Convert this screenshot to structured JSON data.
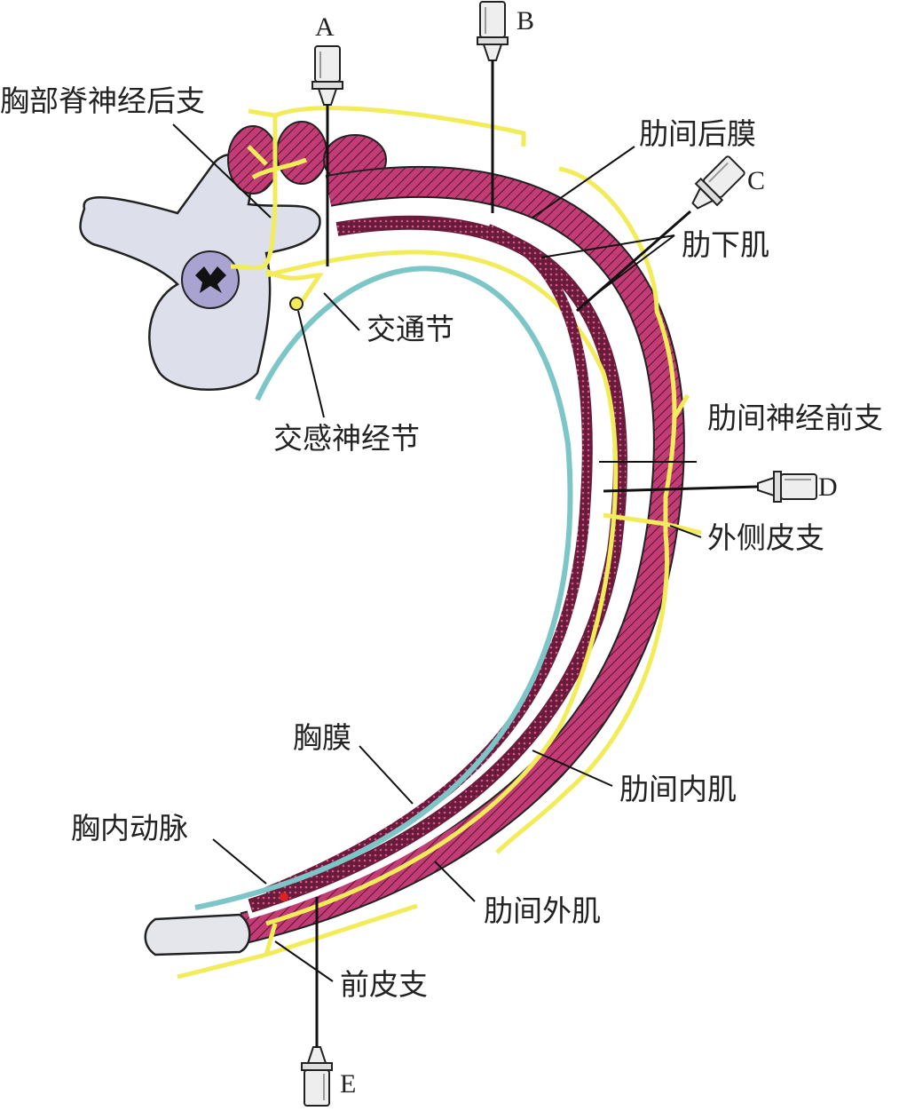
{
  "title": "肋间神经阻滞穿刺示意图",
  "needles": {
    "a": "A",
    "b": "B",
    "c": "C",
    "d": "D",
    "e": "E"
  },
  "labels": {
    "dorsal_ramus": "胸部脊神经后支",
    "post_intercostal_membrane": "肋间后膜",
    "subcostal_muscle": "肋下肌",
    "rami_communicantes": "交通节",
    "sympathetic_ganglion": "交感神经节",
    "anterior_branch": "肋间神经前支",
    "lateral_cutaneous": "外侧皮支",
    "pleura": "胸膜",
    "internal_intercostal": "肋间内肌",
    "internal_thoracic_artery": "胸内动脉",
    "external_intercostal": "肋间外肌",
    "anterior_cutaneous": "前皮支"
  },
  "colors": {
    "muscle": "#b8336a",
    "nerve": "#f2ec5a",
    "pleura": "#7cc6c8",
    "bone": "#dde0ea",
    "cord": "#a9a3d1"
  }
}
